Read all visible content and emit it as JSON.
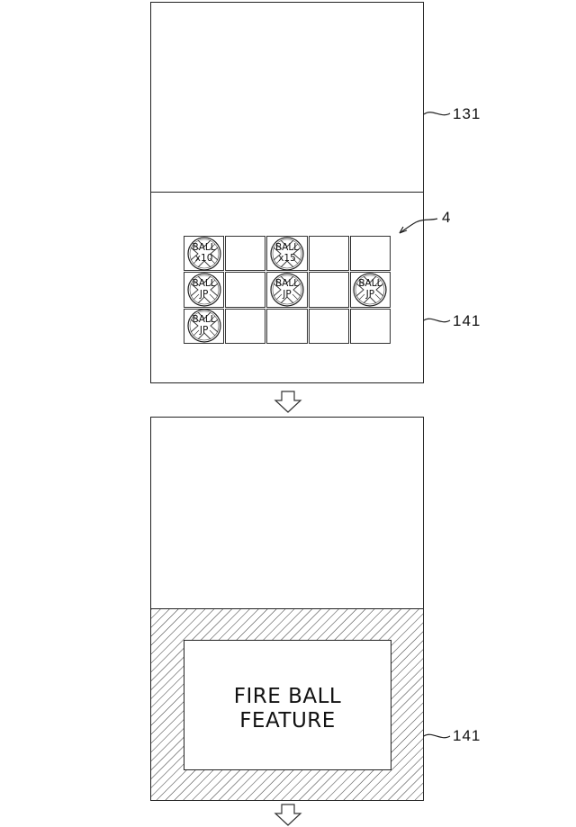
{
  "labels": {
    "upper_display_ref": "131",
    "reel_group_ref": "4",
    "lower_display_ref_1": "141",
    "lower_display_ref_2": "141"
  },
  "grid": {
    "rows": 3,
    "cols": 5,
    "symbols": [
      {
        "col": 0,
        "row": 0,
        "top": "BALL",
        "bottom": "x10"
      },
      {
        "col": 0,
        "row": 1,
        "top": "BALL",
        "bottom": "JP"
      },
      {
        "col": 0,
        "row": 2,
        "top": "BALL",
        "bottom": "JP"
      },
      {
        "col": 2,
        "row": 0,
        "top": "BALL",
        "bottom": "x15"
      },
      {
        "col": 2,
        "row": 1,
        "top": "BALL",
        "bottom": "JP"
      },
      {
        "col": 4,
        "row": 1,
        "top": "BALL",
        "bottom": "JP"
      }
    ]
  },
  "feature": {
    "line1": "FIRE BALL",
    "line2": "FEATURE"
  },
  "colors": {
    "line": "#222222",
    "hatch": "#333333",
    "background": "#ffffff"
  }
}
